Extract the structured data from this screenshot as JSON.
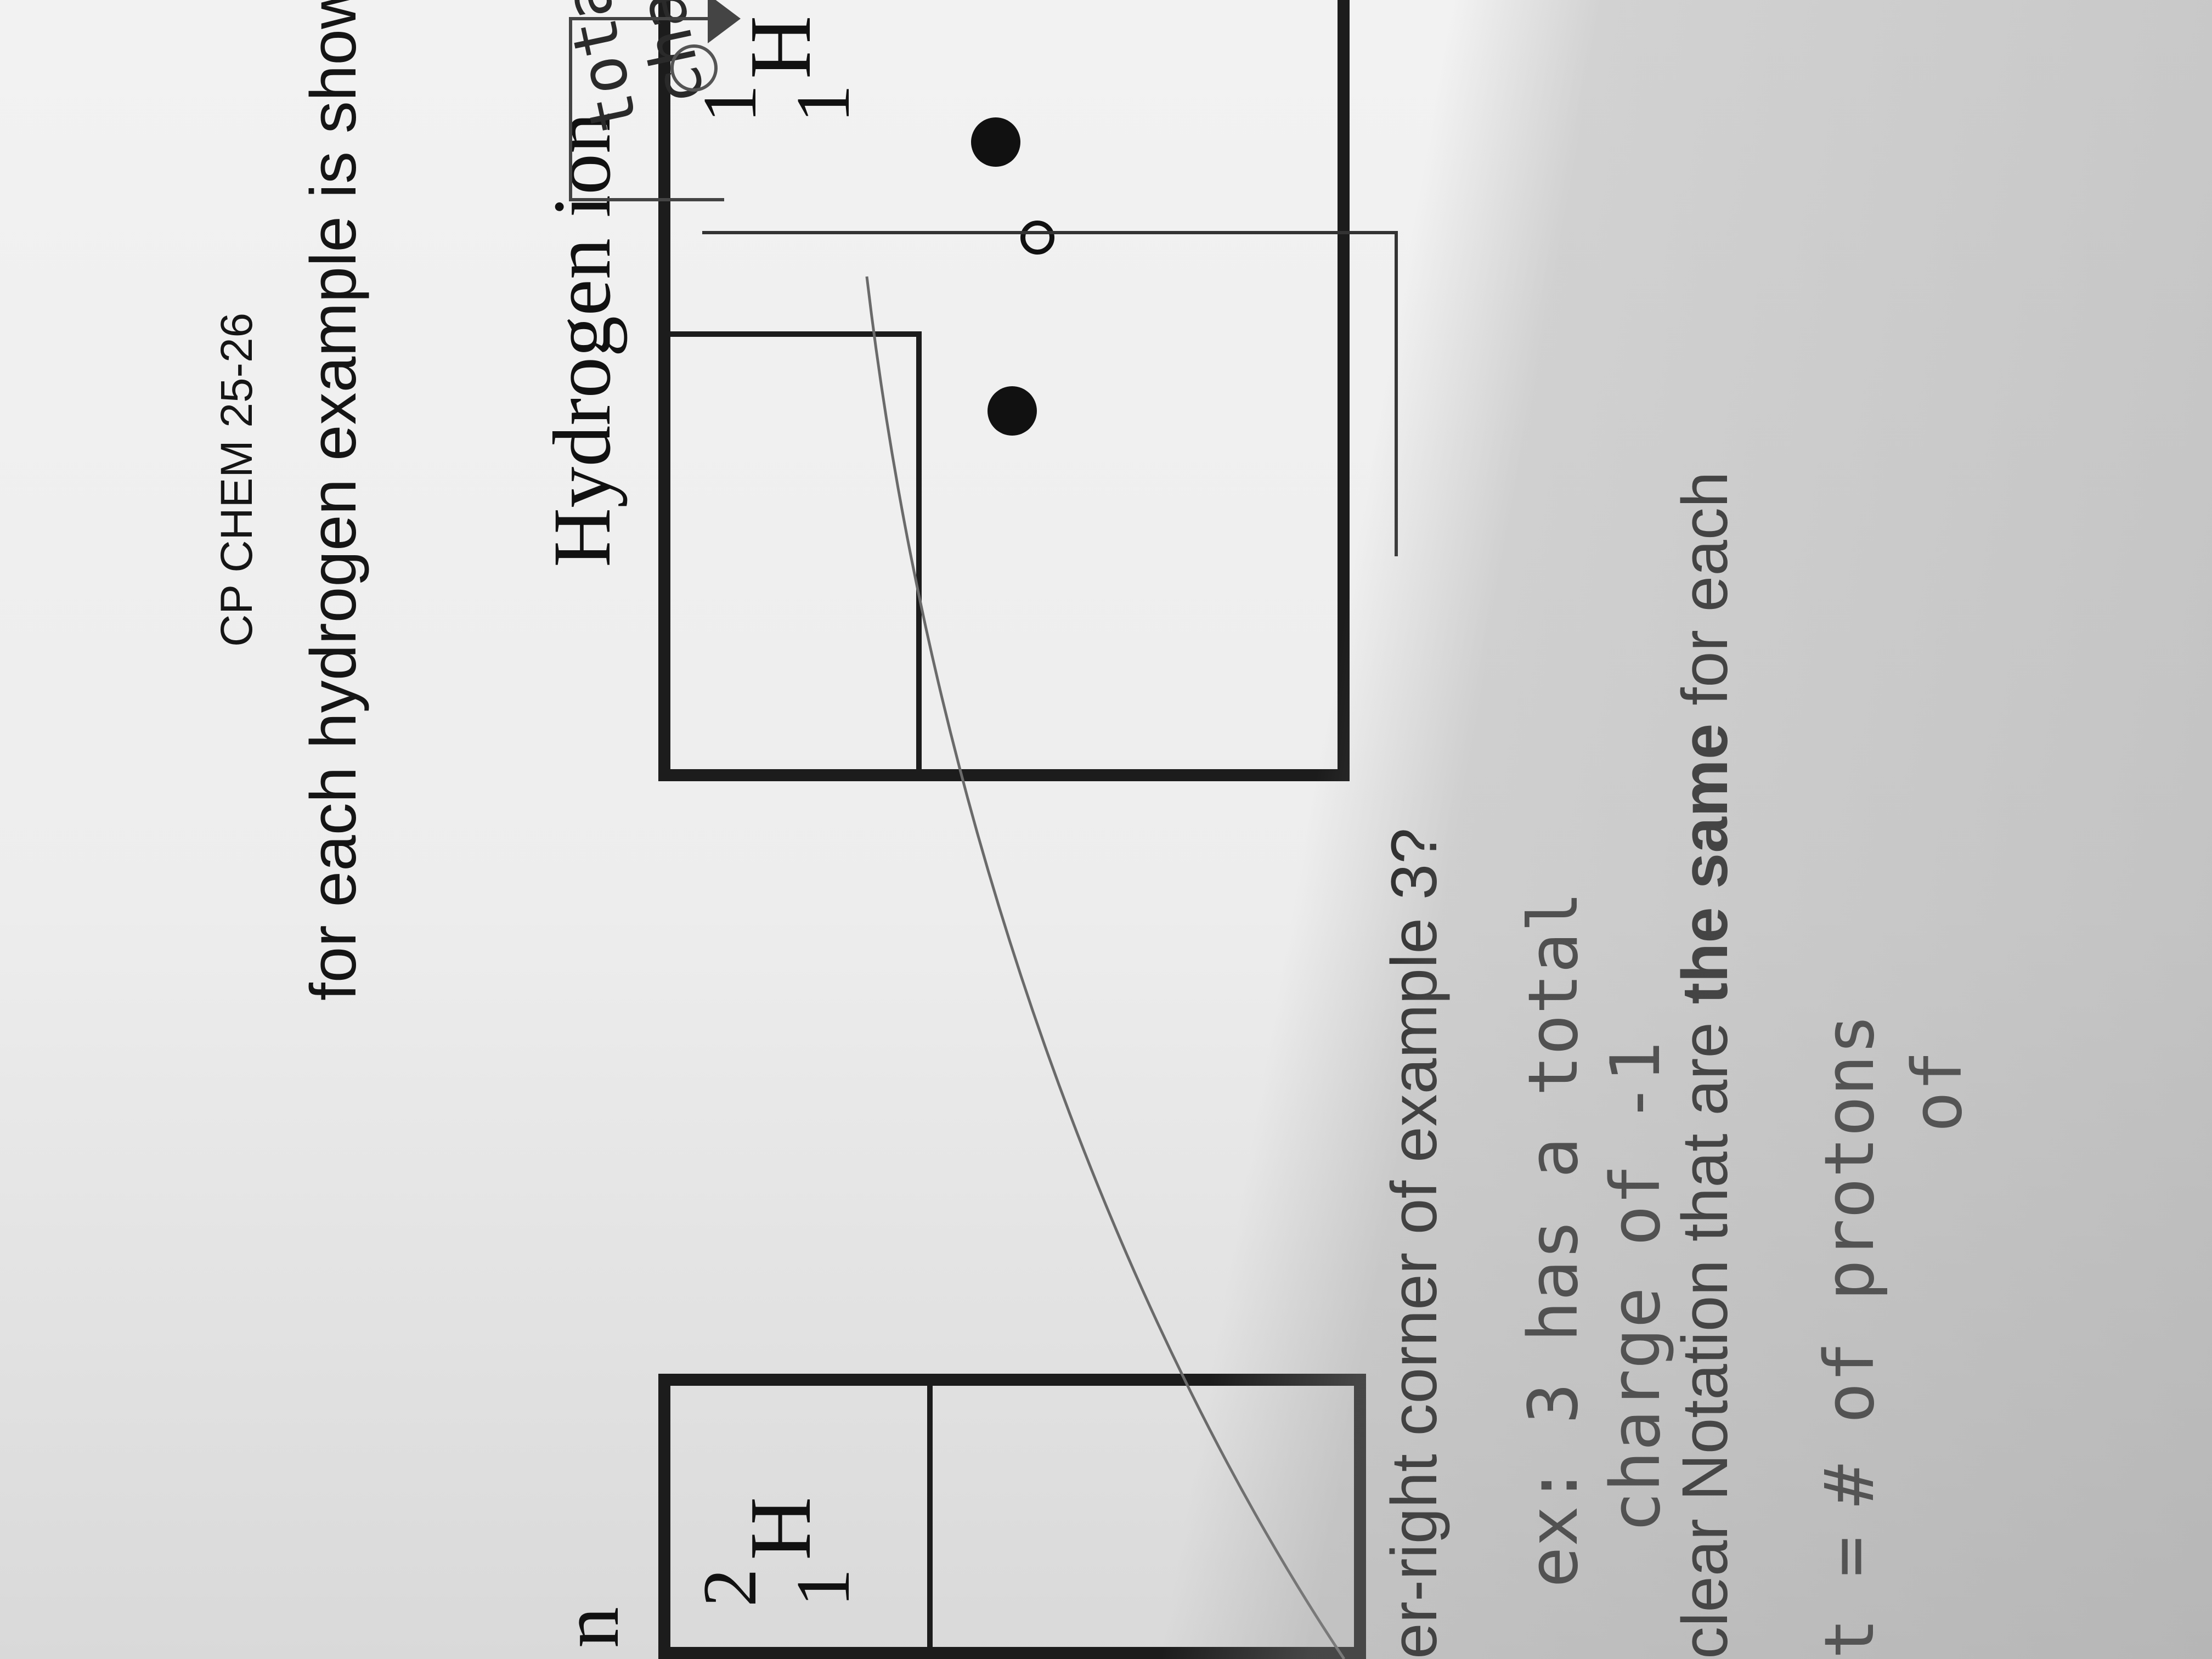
{
  "header": {
    "course": "CP CHEM 25-26"
  },
  "instructions": {
    "line1": "for each hydrogen example is shown",
    "question": "er-right corner of example 3?",
    "notation": "clear Notation that are ",
    "notation_bold": "the same",
    "notation_end": " for each"
  },
  "example_left": {
    "label_partial": "n",
    "mass": "2",
    "atomic": "1",
    "symbol": "H"
  },
  "example_right": {
    "title": "Hydrogen ion",
    "mass": "1",
    "atomic": "1",
    "symbol": "H"
  },
  "handwriting": {
    "ex_line1": "ex: 3  has  a  total",
    "ex_line2": "charge  of  -1",
    "total_charge_1": "total",
    "total_charge_2": "charge",
    "protons": "# of protons",
    "partial_bottom": "of",
    "partial_left": "t ="
  }
}
